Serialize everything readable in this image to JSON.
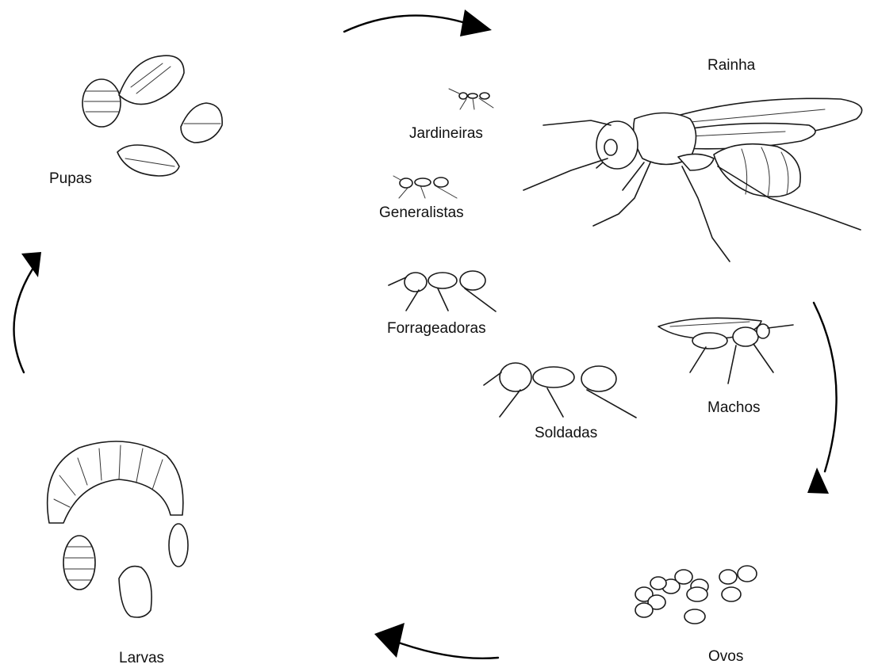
{
  "diagram": {
    "labels": {
      "rainha": "Rainha",
      "jardineiras": "Jardineiras",
      "generalistas": "Generalistas",
      "forrageadoras": "Forrageadoras",
      "soldadas": "Soldadas",
      "machos": "Machos",
      "ovos": "Ovos",
      "larvas": "Larvas",
      "pupas": "Pupas"
    },
    "arrow_color": "#000000",
    "line_color": "#1a1a1a"
  }
}
